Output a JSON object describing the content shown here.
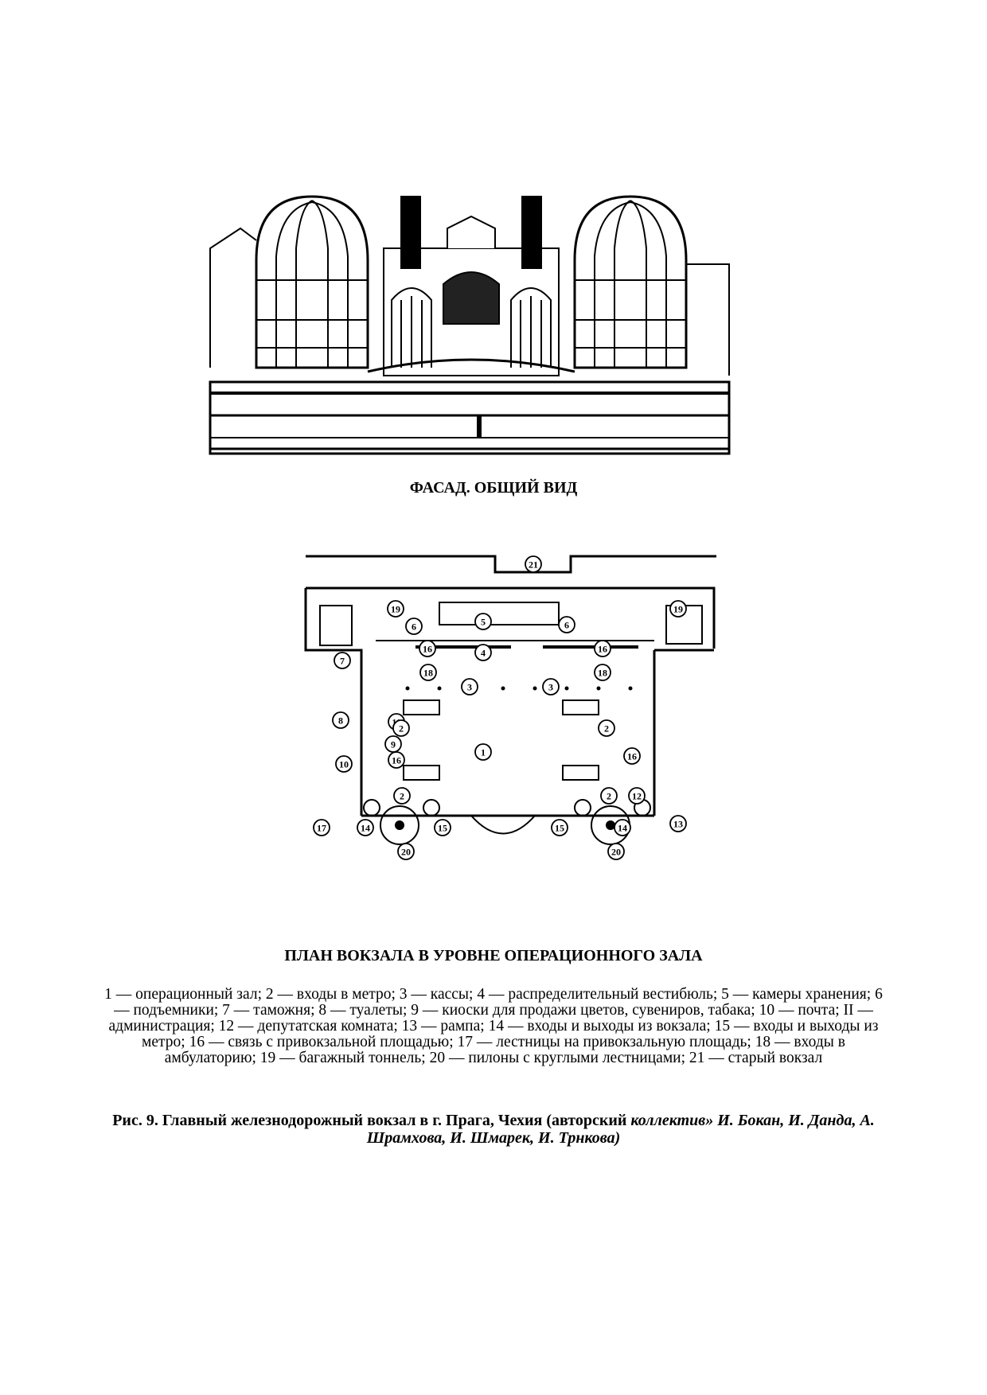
{
  "facade": {
    "caption": "ФАСАД. ОБЩИЙ ВИД"
  },
  "plan": {
    "caption": "ПЛАН ВОКЗАЛА В УРОВНЕ ОПЕРАЦИОННОГО ЗАЛА",
    "markers": [
      "21",
      "19",
      "19",
      "6",
      "6",
      "5",
      "16",
      "4",
      "16",
      "7",
      "18",
      "18",
      "3",
      "3",
      "8",
      "11",
      "2",
      "2",
      "9",
      "16",
      "1",
      "16",
      "10",
      "12",
      "2",
      "2",
      "17",
      "14",
      "15",
      "15",
      "14",
      "13",
      "20",
      "20"
    ]
  },
  "legend": {
    "text": "1 — операционный зал; 2 — входы в метро; 3 — кассы; 4 — распределительный вестибюль; 5 — камеры хранения; 6 — подъемники; 7 — таможня; 8 — туалеты; 9 — киоски для продажи цветов, сувениров, табака; 10 — почта; II — администрация; 12 — депутатская комната; 13 — рампа; 14 — входы и выходы из вокзала; 15 — входы и выходы из метро; 16 — связь с привокзальной площадью; 17 — лестницы на привокзальную площадь; 18 — входы в амбулаторию; 19 — багажный тоннель; 20 — пилоны с круглыми лестницами; 21 — старый вокзал"
  },
  "figure_caption": {
    "prefix": "Рис. 9. Главный железнодорожный вокзал в г. Прага, Чехия (авторский ",
    "italic": "коллектив» И. Бокан, И. Данда, А. Шрамхова, И. Шмарек, И. Трнкова)"
  }
}
